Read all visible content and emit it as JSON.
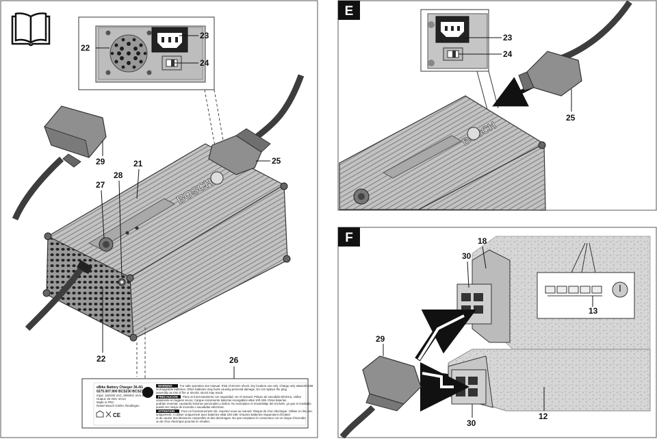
{
  "panels": {
    "E": {
      "letter": "E"
    },
    "F": {
      "letter": "F"
    }
  },
  "callouts": {
    "main": [
      {
        "n": "22"
      },
      {
        "n": "23"
      },
      {
        "n": "24"
      },
      {
        "n": "25"
      },
      {
        "n": "29"
      },
      {
        "n": "21"
      },
      {
        "n": "28"
      },
      {
        "n": "27"
      },
      {
        "n": "22"
      },
      {
        "n": "26"
      }
    ],
    "e": [
      {
        "n": "23"
      },
      {
        "n": "24"
      },
      {
        "n": "25"
      }
    ],
    "f": [
      {
        "n": "18"
      },
      {
        "n": "30"
      },
      {
        "n": "13"
      },
      {
        "n": "29"
      },
      {
        "n": "30"
      },
      {
        "n": "12"
      }
    ]
  },
  "brand": "BOSCH",
  "nameplate": {
    "title": "eBike Battery Charger 36-4/1",
    "part": "0275.007.900 BCS230 BCS232",
    "input": "Input: 115/230 VAC, 50/60Hz 3A/1.5A",
    "output": "Output: 36 VDC 4A/1A",
    "made": "Made in PRC",
    "maker": "Robert Bosch GmbH, Reutlingen",
    "warning_label": "WARNING",
    "precaucion_label": "PRECAUCION",
    "attention_label": "ATTENTION",
    "text_en_1": "For safe operation see manual. Risk of electric shock. Dry location use only. Charge only eBat100-199",
    "text_en_2": "rechargeable batteries. Other batteries may burst causing personal damage. Do not replace the plug",
    "text_en_3": "assembly as risk of fire or electric shock may result.",
    "text_es_1": "Para un funcionamiento con seguridad, ver el manual. Peligro de sacudida eléctrica. Utilice",
    "text_es_2": "solamente en lugares secos. Cargue únicamente baterías recargables eBat 100-199. Otras baterías",
    "text_es_3": "podrían reventar, causando lesiones personales y daños. No reemplace el ensamblaje del enchufe, ya que el resultado",
    "text_es_4": "puede ser riesgo de incendio o sacudidas eléctricas.",
    "text_fr_1": "Pour un fonctionnement sûr, reportez-vous au manuel. Risque de choc électrique. Utiliser en lieu sec",
    "text_fr_2": "uniquement. A utiliser uniquement avec batteries eBat 100-199. D'autres batteries risqueraient d'éclater",
    "text_fr_3": "et de causer des blessures corporelles et des dommages. Ne pas remplacer le connecteur car un risque d'incendie",
    "text_fr_4": "ou de choc électrique pourrait en résulter."
  },
  "colors": {
    "panel_black": "#111111",
    "housing": "#b9b9b9",
    "housing_dark": "#7d7d7d",
    "cable": "#4a4a4a",
    "arrow": "#111111"
  },
  "icons": [
    "book-manual-icon",
    "arrow-insert-icon",
    "led-indicator-icon"
  ]
}
